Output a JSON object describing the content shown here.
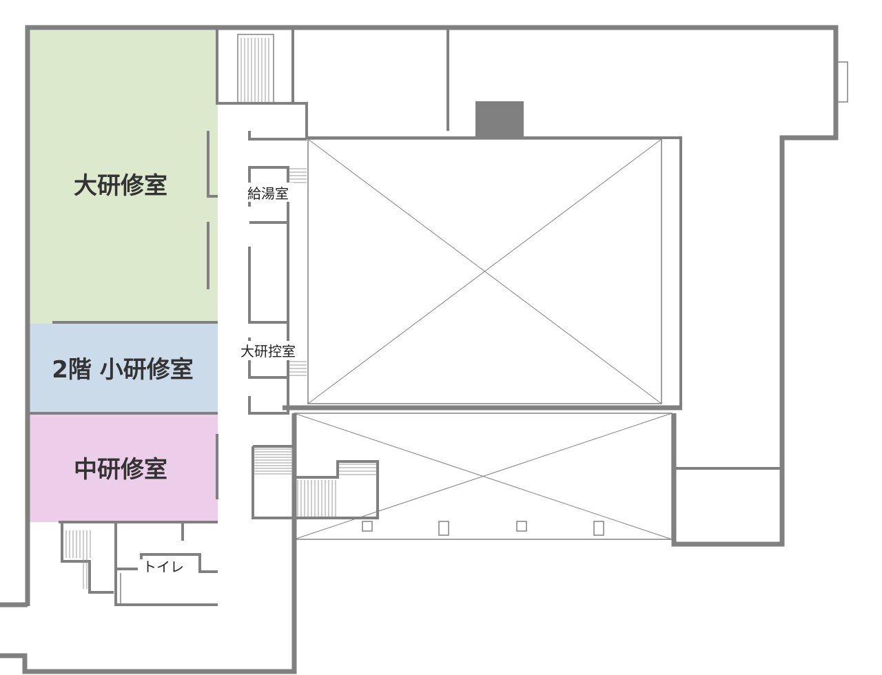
{
  "floor_plan": {
    "rooms": [
      {
        "label": "大研修室",
        "color": "#dde9cd"
      },
      {
        "label": "2階 小研修室",
        "color": "#cbdbe9"
      },
      {
        "label": "中研修室",
        "color": "#ecceea"
      }
    ],
    "small_labels": {
      "kitchenette": "給湯室",
      "anteroom": "大研控室",
      "toilet": "トイレ"
    },
    "wall_color": "#808080"
  }
}
